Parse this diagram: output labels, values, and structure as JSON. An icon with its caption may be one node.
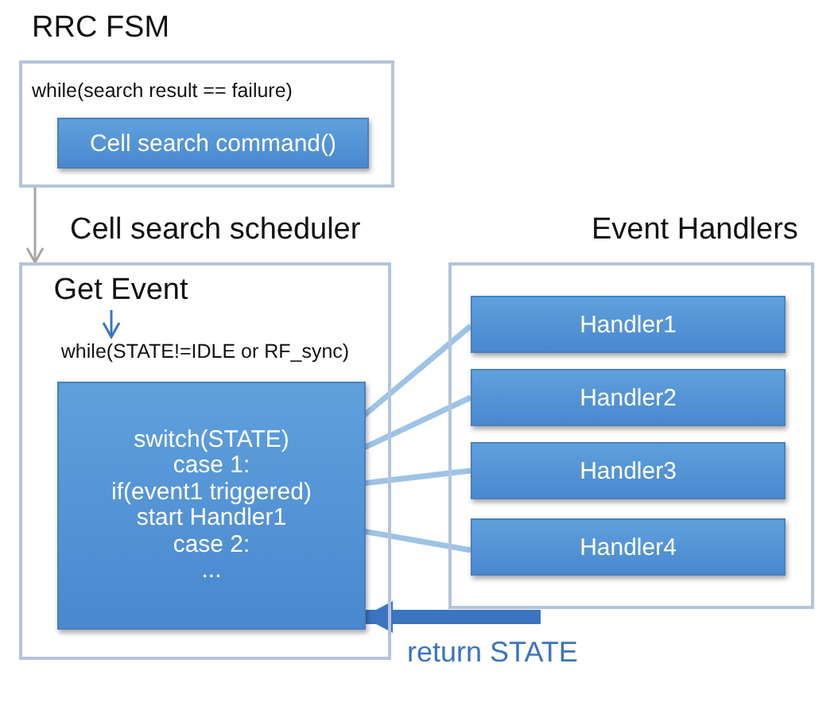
{
  "diagram": {
    "nodes": [
      {
        "text": [
          "RRC FSM",
          "while(search result == failure)"
        ]
      },
      {
        "text": [
          "Cell search command()"
        ],
        "in": 0
      },
      {
        "text": [
          "Cell search scheduler"
        ]
      },
      {
        "text": [
          "Get Event"
        ],
        "in": 2
      },
      {
        "text": [
          "while(STATE!=IDLE or RF_sync)"
        ],
        "in": 2
      },
      {
        "text": [
          "switch(STATE)",
          "case 1:",
          "if(event1 triggered)",
          "start Handler1",
          "case 2:",
          "..."
        ],
        "in": 2
      },
      {
        "text": [
          "Event Handlers"
        ]
      },
      {
        "text": [
          "Handler1"
        ],
        "in": 6
      },
      {
        "text": [
          "Handler2"
        ],
        "in": 6
      },
      {
        "text": [
          "Handler3"
        ],
        "in": 6
      },
      {
        "text": [
          "Handler4"
        ],
        "in": 6
      }
    ],
    "edges": [
      {
        "from": 0,
        "to": 2,
        "arrow": "to",
        "color": "#a6a6a6"
      },
      {
        "from": 3,
        "to": 4,
        "arrow": "to",
        "color": "#3b74bf"
      },
      {
        "from": 5,
        "to": 7,
        "arrow": "none"
      },
      {
        "from": 5,
        "to": 8,
        "arrow": "none"
      },
      {
        "from": 5,
        "to": 9,
        "arrow": "none"
      },
      {
        "from": 5,
        "to": 10,
        "arrow": "none"
      },
      {
        "from": 6,
        "to": 5,
        "arrow": "to",
        "label": "return STATE",
        "style": "thick",
        "color": "#3b74bf"
      }
    ]
  }
}
